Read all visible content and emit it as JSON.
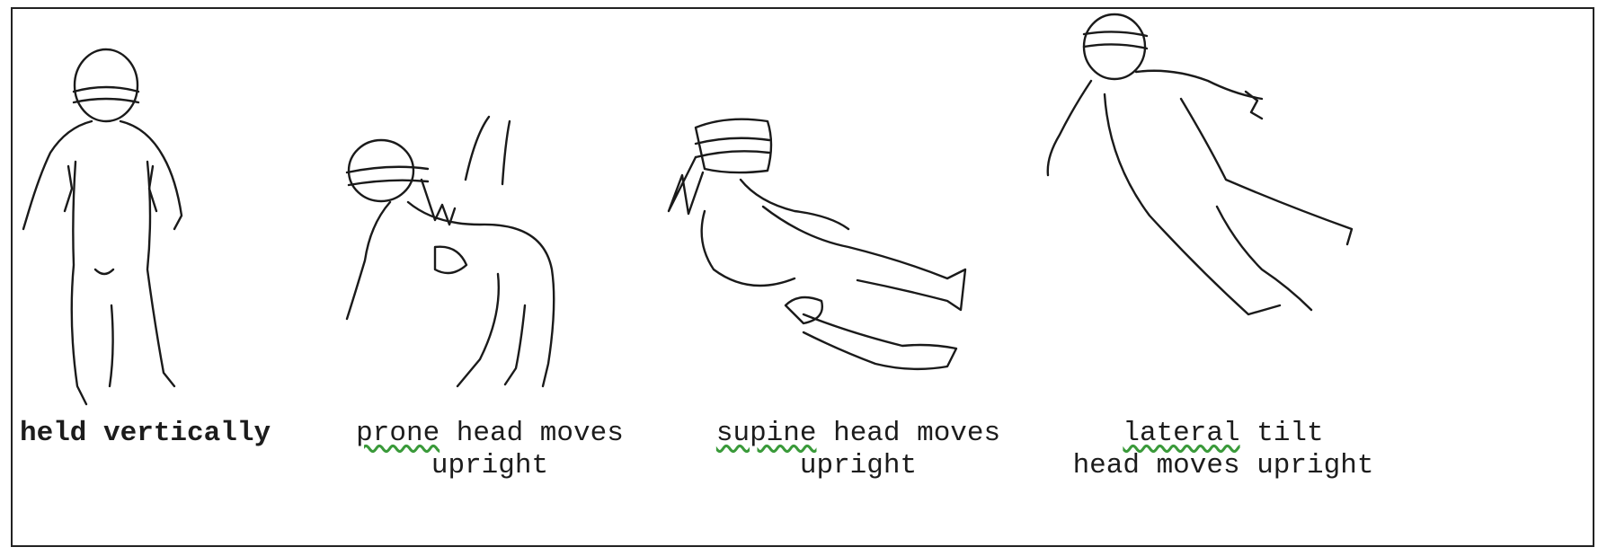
{
  "panels": [
    {
      "line1_pre": "held vertically",
      "line1_word": "",
      "line1_post": "",
      "line2": ""
    },
    {
      "line1_pre": "",
      "line1_word": "prone",
      "line1_post": " head moves",
      "line2": "upright"
    },
    {
      "line1_pre": "",
      "line1_word": "supine",
      "line1_post": " head moves",
      "line2": "upright"
    },
    {
      "line1_pre": "",
      "line1_word": "lateral",
      "line1_post": " tilt",
      "line2": "head moves upright"
    }
  ],
  "colors": {
    "ink": "#1a1a1a",
    "spellcheck_underline": "#3a9a3a",
    "frame": "#222222"
  }
}
